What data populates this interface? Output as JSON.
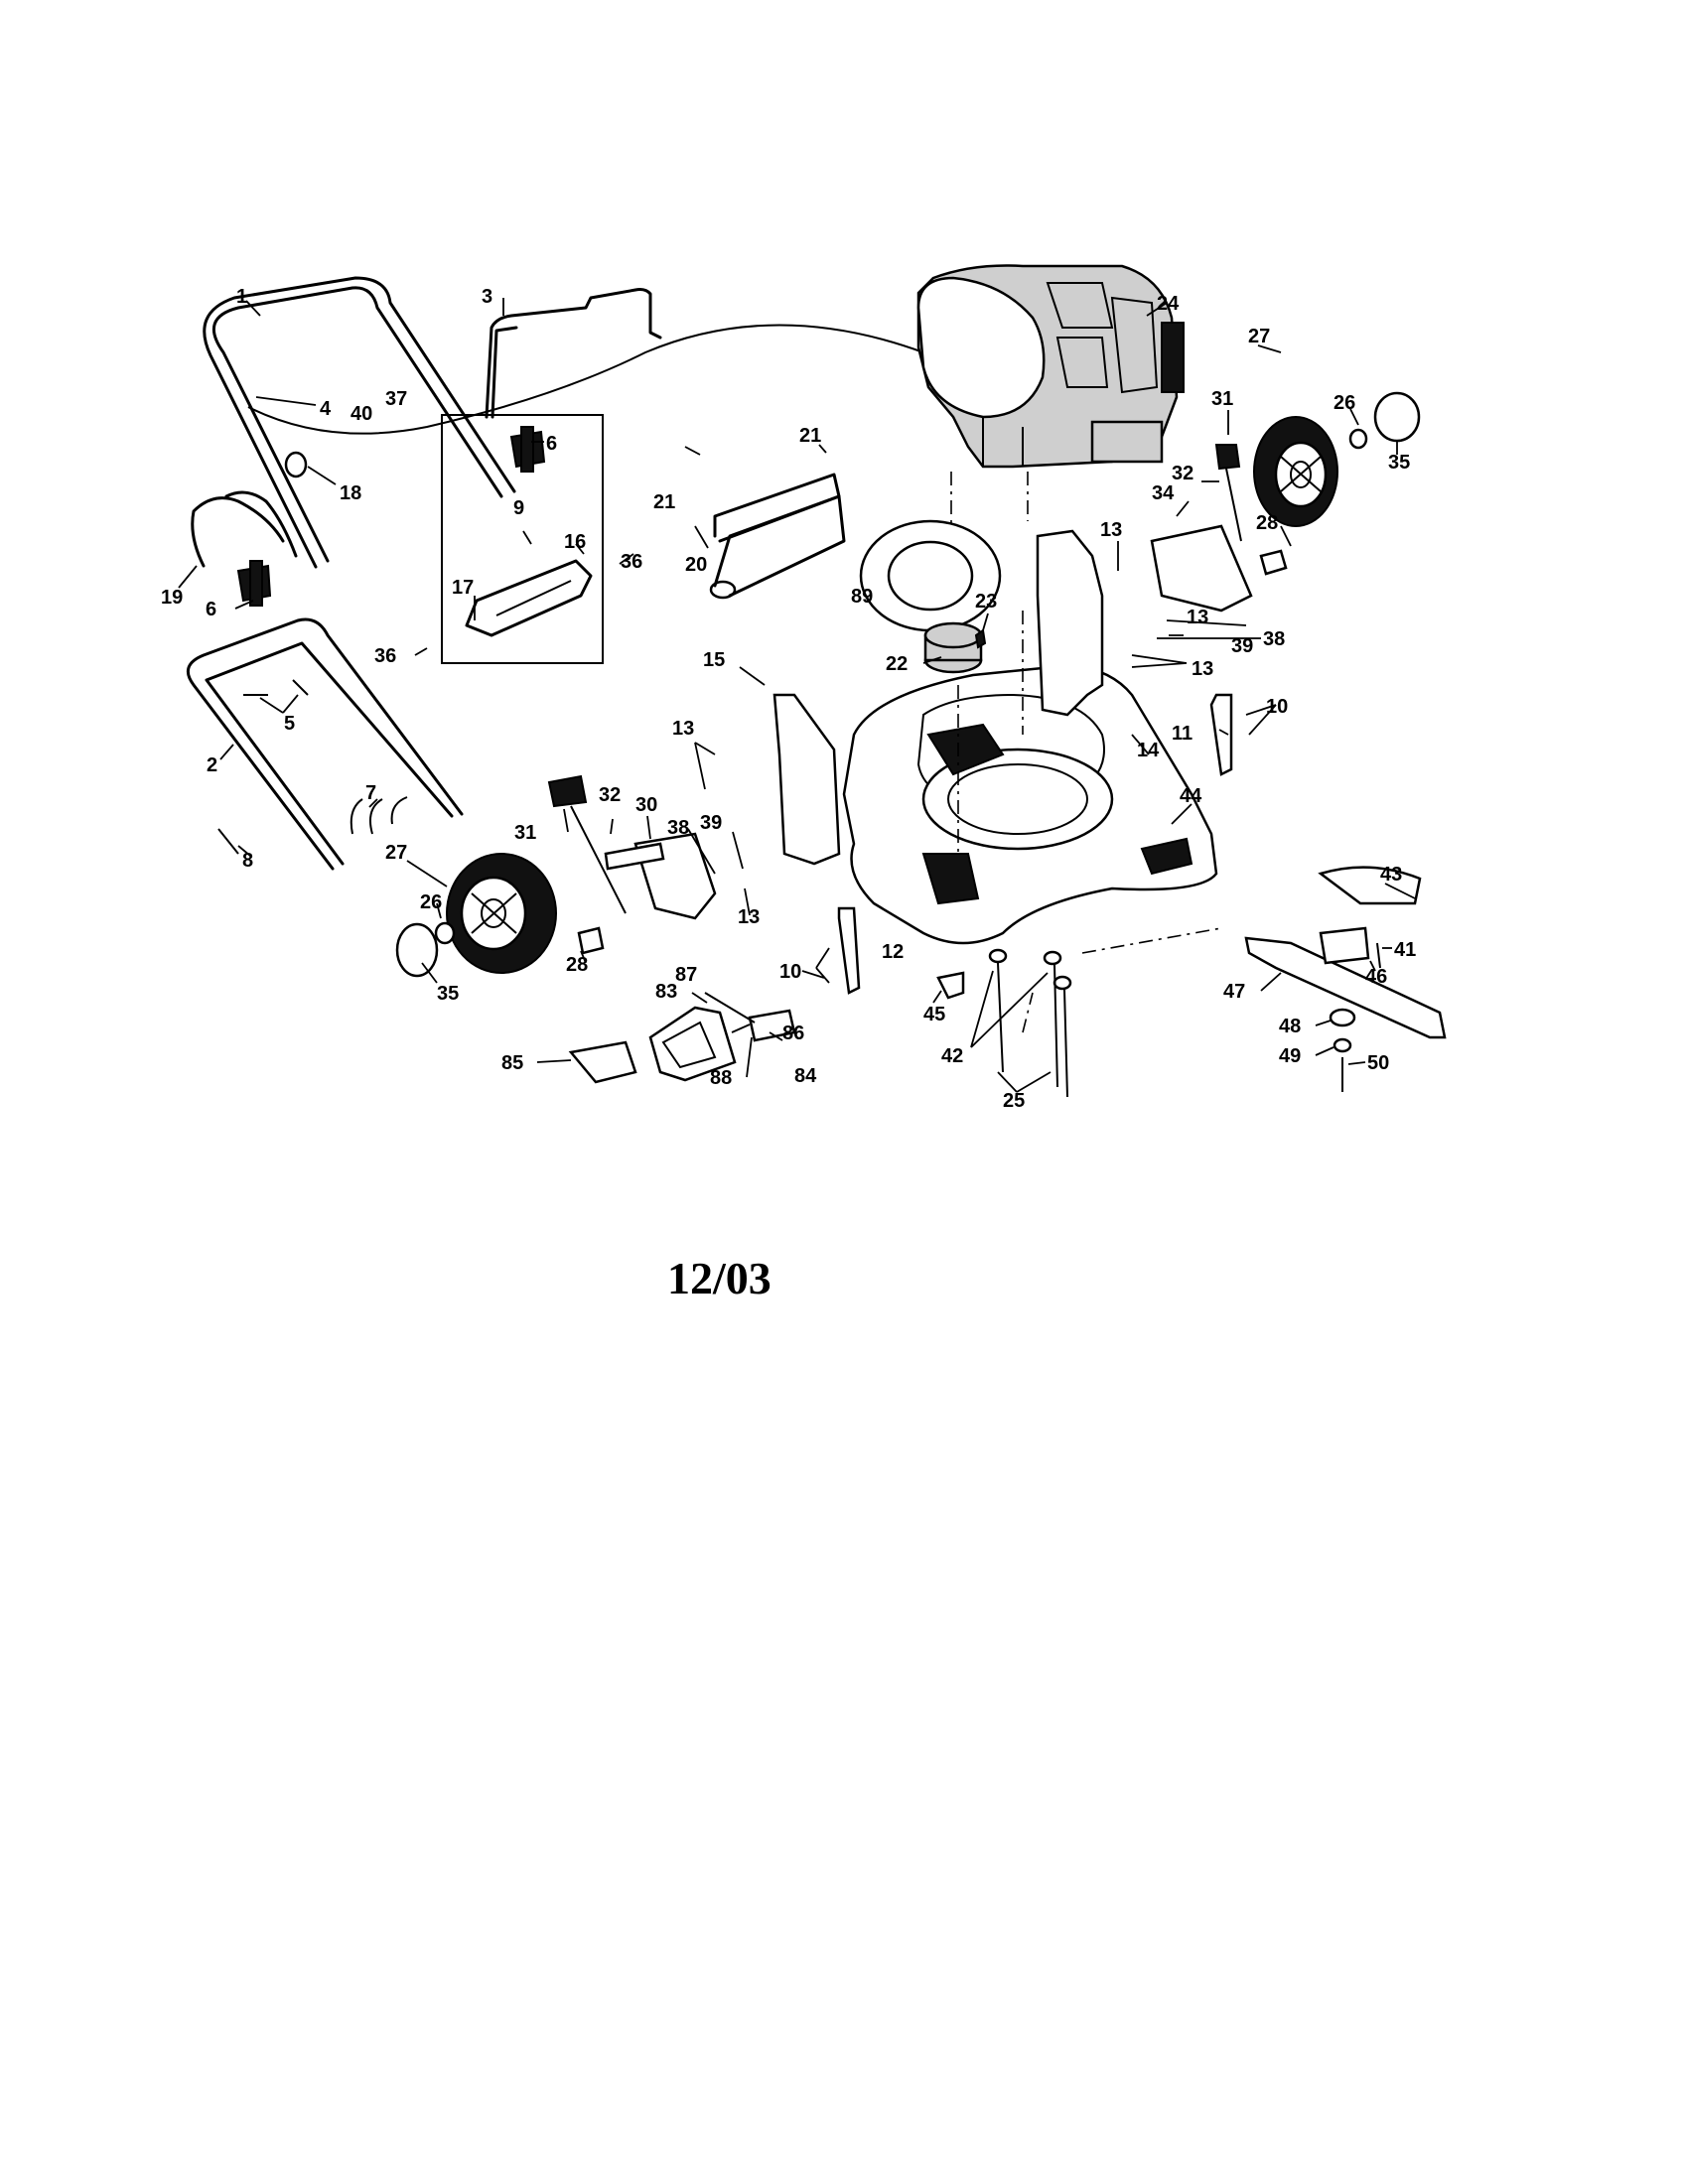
{
  "diagram": {
    "date_label": "12/03",
    "callouts": [
      "1",
      "2",
      "3",
      "4",
      "5",
      "6",
      "6",
      "7",
      "8",
      "9",
      "10",
      "10",
      "11",
      "12",
      "13",
      "13",
      "13",
      "13",
      "13",
      "14",
      "15",
      "16",
      "17",
      "18",
      "19",
      "20",
      "21",
      "21",
      "22",
      "23",
      "24",
      "25",
      "26",
      "26",
      "27",
      "27",
      "28",
      "28",
      "30",
      "31",
      "31",
      "32",
      "32",
      "34",
      "35",
      "35",
      "36",
      "36",
      "37",
      "38",
      "38",
      "39",
      "39",
      "40",
      "41",
      "42",
      "43",
      "44",
      "45",
      "46",
      "47",
      "48",
      "49",
      "50",
      "83",
      "84",
      "85",
      "86",
      "87",
      "88",
      "89"
    ]
  }
}
